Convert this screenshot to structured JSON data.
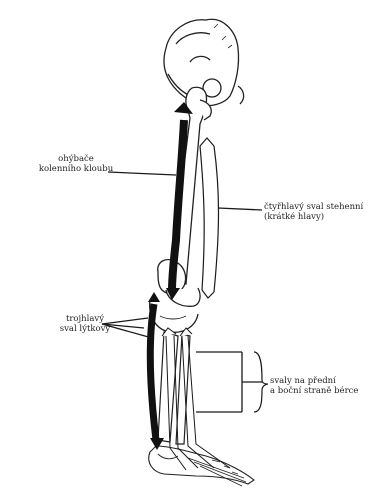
{
  "labels": {
    "flexor": [
      "ohýbače",
      "kolenního kloubu"
    ],
    "sartorius": [
      "čtyřhlavý sval stehenní",
      "(krátké hlavy)"
    ],
    "triceps_surae": [
      "trojhlavý",
      "sval lýtkový"
    ],
    "shin_muscles": [
      "svaly na přední",
      "a boční straně bérce"
    ]
  }
}
